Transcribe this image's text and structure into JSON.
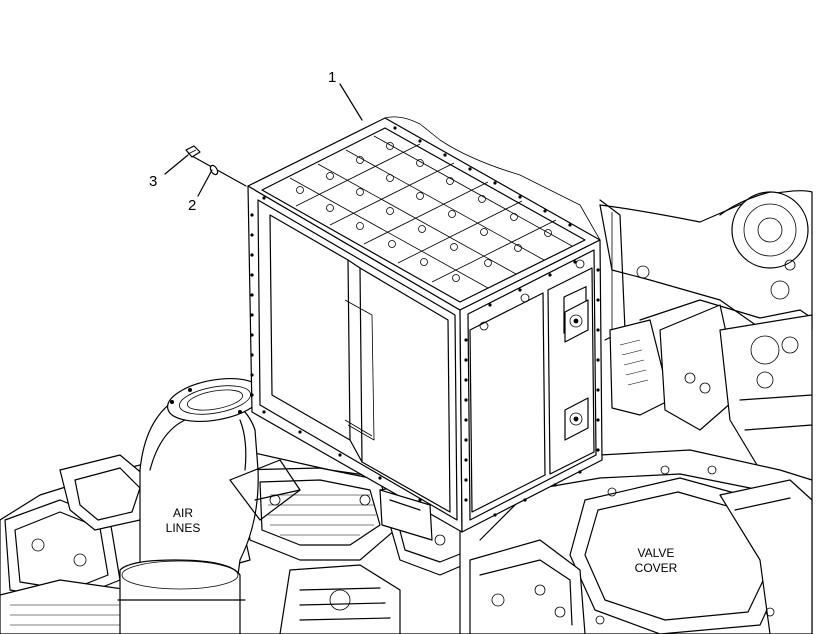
{
  "callouts": {
    "one": "1",
    "two": "2",
    "three": "3"
  },
  "labels": {
    "air_lines": [
      "AIR",
      "LINES"
    ],
    "valve_cover": [
      "VALVE",
      "COVER"
    ]
  }
}
